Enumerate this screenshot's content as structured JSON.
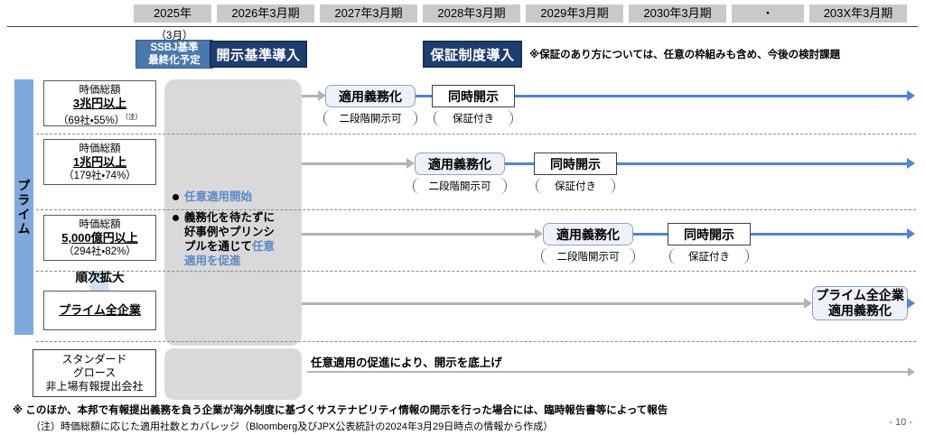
{
  "timeline": {
    "years": [
      {
        "label": "2025年",
        "width": 86
      },
      {
        "label": "2026年3月期",
        "width": 108
      },
      {
        "label": "2027年3月期",
        "width": 108
      },
      {
        "label": "2028年3月期",
        "width": 108
      },
      {
        "label": "2029年3月期",
        "width": 108
      },
      {
        "label": "2030年3月期",
        "width": 108
      },
      {
        "label": "・",
        "width": 80
      },
      {
        "label": "203X年3月期",
        "width": 108
      }
    ]
  },
  "milestones": {
    "sub_month": "（3月）",
    "ssbj": "SSBJ基準\n最終化予定",
    "ssbj_line1": "SSBJ基準",
    "ssbj_line2": "最終化予定",
    "disclosure_standard": "開示基準導入",
    "assurance_system": "保証制度導入",
    "assurance_note": "※保証のあり方については、任意の枠組みも含め、今後の検討課題"
  },
  "market_segment": {
    "prime_label": "プライム",
    "expand_label": "順次拡大"
  },
  "tiers": [
    {
      "caption": "時価総額",
      "value": "3兆円以上",
      "coverage": "（69社・55%）",
      "note_mark": "（注）"
    },
    {
      "caption": "時価総額",
      "value": "1兆円以上",
      "coverage": "（179社・74%）",
      "note_mark": ""
    },
    {
      "caption": "時価総額",
      "value": "5,000億円以上",
      "coverage": "（294社・82%）",
      "note_mark": ""
    },
    {
      "caption": "",
      "value": "プライム全企業",
      "coverage": "",
      "note_mark": ""
    }
  ],
  "gray_panel": {
    "bullet_1": "任意適用開始",
    "bullet_2_part1": "義務化を待たずに",
    "bullet_2_part2": "好事例やプリンシ",
    "bullet_2_part3": "プルを通じて",
    "bullet_2_accent": "任意",
    "bullet_2_accent2": "適用を促進"
  },
  "rows": [
    {
      "mandatory": "適用義務化",
      "mandatory_note": "二段階開示可",
      "simultaneous": "同時開示",
      "simultaneous_note": "保証付き"
    },
    {
      "mandatory": "適用義務化",
      "mandatory_note": "二段階開示可",
      "simultaneous": "同時開示",
      "simultaneous_note": "保証付き"
    },
    {
      "mandatory": "適用義務化",
      "mandatory_note": "二段階開示可",
      "simultaneous": "同時開示",
      "simultaneous_note": "保証付き"
    },
    {
      "mandatory_line1": "プライム全企業",
      "mandatory_line2": "適用義務化"
    }
  ],
  "bottom": {
    "segment_line1": "スタンダード",
    "segment_line2": "グロース",
    "segment_line3": "非上場有報提出会社",
    "message": "任意適用の促進により、開示を底上げ"
  },
  "footnotes": {
    "note_1": "※ このほか、本邦で有報提出義務を負う企業が海外制度に基づくサステナビリティ情報の開示を行った場合には、臨時報告書等によって報告",
    "note_2": "（注）時価総額に応じた適用社数とカバレッジ（Bloomberg及びJPX公表統計の2024年3月29日時点の情報から作成）",
    "page_number": "- 10 -"
  },
  "colors": {
    "prime_band": "#7fa9dd",
    "badge_dark": "#1f3d6e",
    "badge_ssbj": "#4a78ae",
    "blue_arrow": "#4e85d0",
    "gray_arrow": "#b3b3b3",
    "gray_panel": "#d9d9d9",
    "year_header": "#c9c9c9",
    "accent_text": "#5b88c4"
  }
}
